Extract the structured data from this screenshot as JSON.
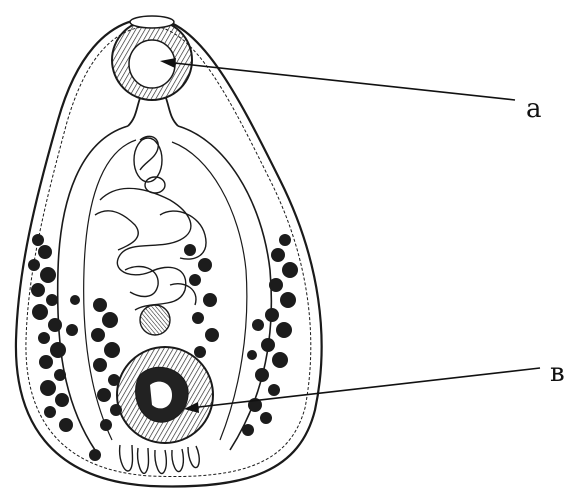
{
  "figure": {
    "labels": [
      {
        "id": "a",
        "text": "a"
      },
      {
        "id": "b",
        "text": "в"
      }
    ]
  }
}
